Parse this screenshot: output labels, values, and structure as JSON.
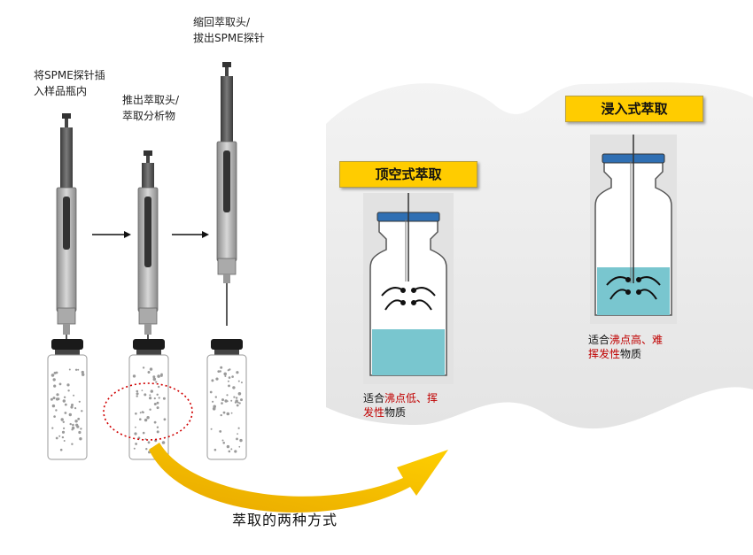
{
  "steps": [
    {
      "line1": "将SPME探针插",
      "line2": "入样品瓶内"
    },
    {
      "line1": "推出萃取头/",
      "line2": "萃取分析物"
    },
    {
      "line1": "缩回萃取头/",
      "line2": "拔出SPME探针"
    }
  ],
  "headspace": {
    "title": "顶空式萃取",
    "caption_prefix": "适合",
    "caption_red1": "沸点低、挥",
    "caption_red2": "发性",
    "caption_suffix": "物质"
  },
  "immersion": {
    "title": "浸入式萃取",
    "caption_prefix": "适合",
    "caption_red1": "沸点高、难",
    "caption_red2": "挥发性",
    "caption_suffix": "物质"
  },
  "bottom_title": "萃取的两种方式",
  "colors": {
    "label_box": "#ffcc00",
    "liquid": "#79c6cf",
    "cap_blue": "#2f6fb3",
    "arrow_gold": "#f0b400",
    "highlight_red": "#c00000",
    "panel_bg": "#eeeeee"
  }
}
